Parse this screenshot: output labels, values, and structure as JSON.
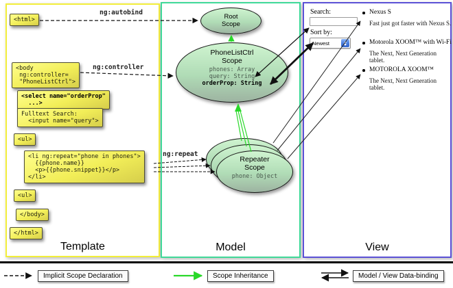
{
  "template_panel": {
    "title": "Template",
    "boxes": {
      "html_open": "<html>",
      "body_open": "<body\n ng:controller=\n \"PhoneListCtrl\">",
      "select_order": "<select name=\"orderProp\"\n  ...>",
      "fulltext": "Fulltext Search:\n  <input name=\"query\">",
      "ul_open": "<ul>",
      "li_repeat": "<li ng:repeat=\"phone in phones\">\n  {{phone.name}}\n  <p>{{phone.snippet}}</p>\n</li>",
      "ul_close": "<ul>",
      "body_close": "</body>",
      "html_close": "</html>"
    }
  },
  "model_panel": {
    "title": "Model",
    "root_scope_title": "Root\nScope",
    "phonelist_title": "PhoneListCtrl\nScope",
    "phonelist_props": "phones: Array\nquery: String",
    "phonelist_bold_prop": "orderProp: String",
    "repeater_title": "Repeater\nScope",
    "repeater_prop": "phone: Object"
  },
  "view_panel": {
    "title": "View",
    "search_label": "Search:",
    "sort_label": "Sort by:",
    "sort_value": "Newest",
    "items": [
      {
        "title": "Nexus S",
        "desc": "Fast just got faster with Nexus S."
      },
      {
        "title": "Motorola XOOM™  with Wi-Fi",
        "desc": "The Next, Next Generation tablet."
      },
      {
        "title": "MOTOROLA XOOM™",
        "desc": "The Next, Next Generation tablet."
      }
    ]
  },
  "edge_labels": {
    "autobind": "ng:autobind",
    "controller": "ng:controller",
    "repeat": "ng:repeat"
  },
  "legend": {
    "implicit": "Implicit Scope Declaration",
    "inheritance": "Scope Inheritance",
    "binding": "Model / View Data-binding"
  },
  "colors": {
    "template_border": "#f2ee3a",
    "model_border": "#3fd998",
    "view_border": "#5b50d6",
    "scope_green_arrow": "#29d829",
    "code_box_yellow": "#f2ee58"
  }
}
